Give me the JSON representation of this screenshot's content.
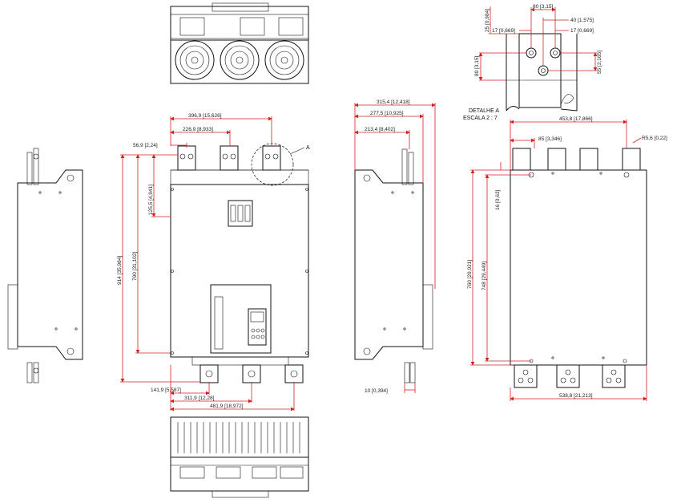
{
  "colors": {
    "dimension_line": "#d42020",
    "outline": "#111111",
    "background": "#ffffff"
  },
  "front_view": {
    "dims": {
      "top_overall": "396,9 [15,626]",
      "top_inner": "226,9 [8,933]",
      "left_offset": "56,9 [2,24]",
      "terminal_height": "125,5 [4,941]",
      "total_height": "914 [35,984]",
      "body_height": "790 [31,102]",
      "bottom_1": "141,9 [5,587]",
      "bottom_2": "311,9 [12,28]",
      "bottom_3": "481,9 [18,972]"
    },
    "detail_callout": "A"
  },
  "side_view": {
    "dims": {
      "depth_total": "315,4 [12,418]",
      "depth_body": "277,5 [10,925]",
      "depth_front": "213,4 [8,402]",
      "terminal_offset": "10 [0,394]"
    }
  },
  "rear_view": {
    "dims": {
      "width_holes": "453,8 [17,866]",
      "offset_left": "85 [3,346]",
      "hole_radius": "R5,6 [0,22]",
      "top_offset": "16 [0,63]",
      "height_total": "760 [29,921]",
      "height_holes": "748 [29,449]",
      "width_bottom": "538,8 [21,213]"
    }
  },
  "detail_a": {
    "title": "DETALHE A",
    "scale": "ESCALA 2 : 7",
    "dims": {
      "spacing": "80 [3,15]",
      "spacing_small": "40 [1,575]",
      "left_17": "17 [0,669]",
      "right_17": "17 [0,669]",
      "top_25": "25 [0,984]",
      "height_80": "80 [3,15]",
      "height_55": "55 [2,165]"
    }
  }
}
